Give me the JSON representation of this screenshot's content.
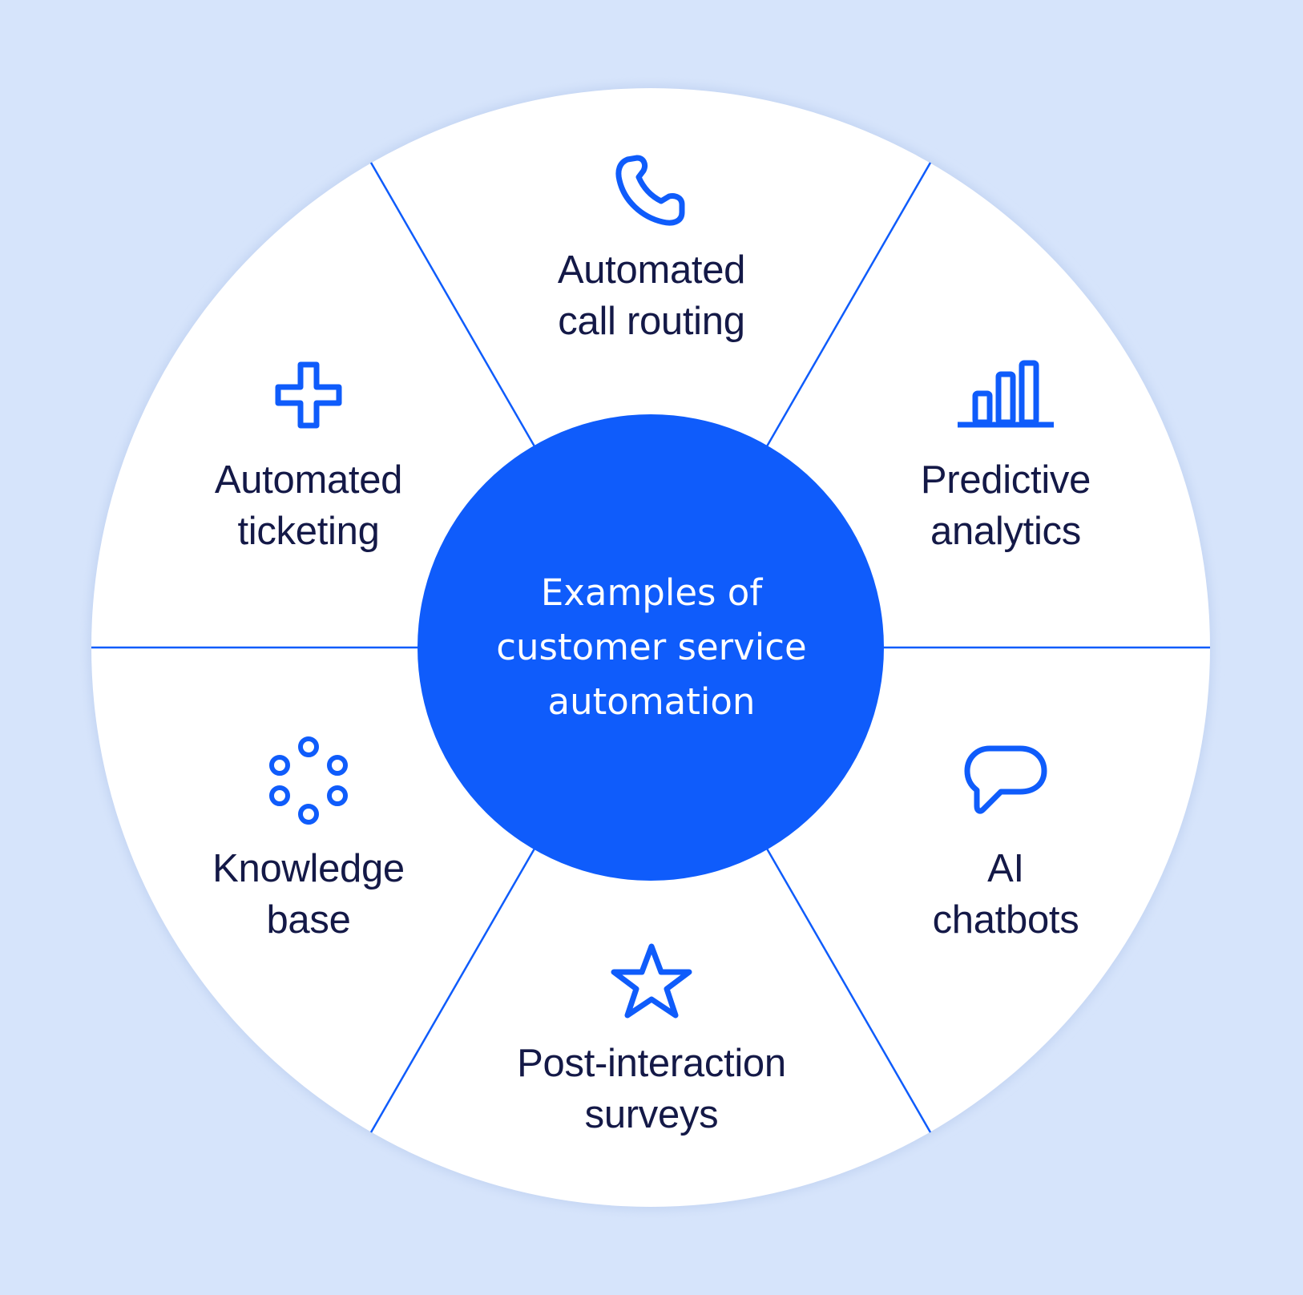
{
  "colors": {
    "background": "#d6e4fb",
    "wheel": "#ffffff",
    "accent": "#0f5cfb",
    "text": "#141947",
    "center_text": "#ffffff"
  },
  "center": {
    "lines": [
      "Examples of",
      "customer service",
      "automation"
    ]
  },
  "segments": [
    {
      "id": "call-routing",
      "icon": "phone-icon",
      "lines": [
        "Automated",
        "call routing"
      ]
    },
    {
      "id": "predictive-analytics",
      "icon": "bar-chart-icon",
      "lines": [
        "Predictive",
        "analytics"
      ]
    },
    {
      "id": "ai-chatbots",
      "icon": "chat-bubble-icon",
      "lines": [
        "AI",
        "chatbots"
      ]
    },
    {
      "id": "post-interaction-surveys",
      "icon": "star-icon",
      "lines": [
        "Post-interaction",
        "surveys"
      ]
    },
    {
      "id": "knowledge-base",
      "icon": "dots-ring-icon",
      "lines": [
        "Knowledge",
        "base"
      ]
    },
    {
      "id": "automated-ticketing",
      "icon": "plus-icon",
      "lines": [
        "Automated",
        "ticketing"
      ]
    }
  ]
}
